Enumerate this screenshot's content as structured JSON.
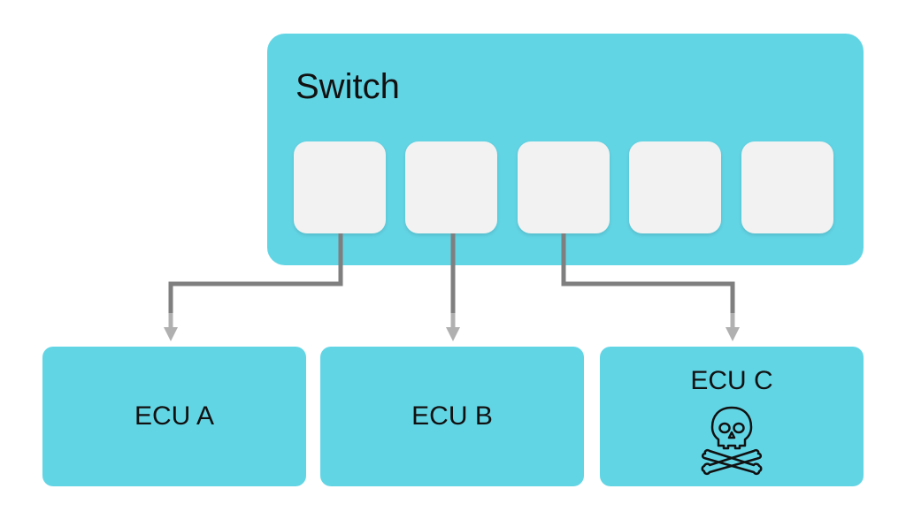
{
  "switch": {
    "title": "Switch",
    "port_count": 5
  },
  "ecus": [
    {
      "label": "ECU A",
      "compromised": false
    },
    {
      "label": "ECU B",
      "compromised": false
    },
    {
      "label": "ECU C",
      "compromised": true,
      "icon": "skull-crossbones-icon"
    }
  ],
  "colors": {
    "box_fill": "#62d5e5",
    "port_fill": "#f2f2f2",
    "wire": "#7f7f7f",
    "arrow": "#b0b0b0"
  }
}
